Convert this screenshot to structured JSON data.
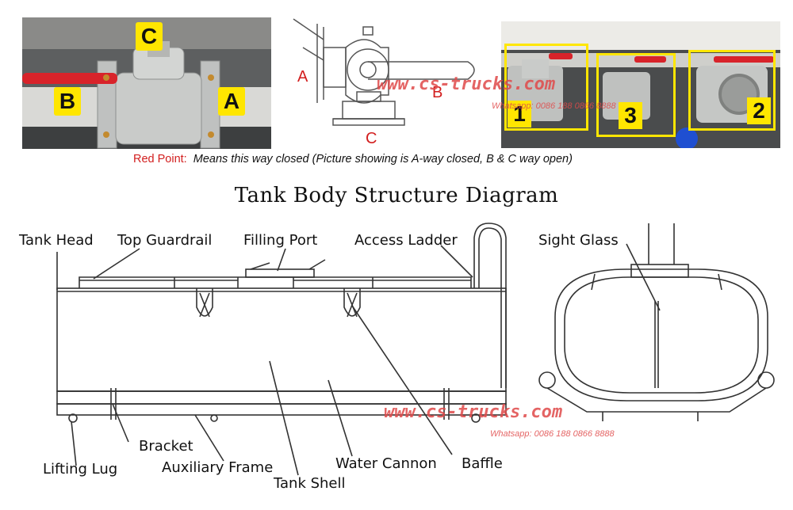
{
  "valve_photo": {
    "tag_c": "C",
    "tag_b": "B",
    "tag_a": "A"
  },
  "valve_drawing": {
    "label_a": "A",
    "label_b": "B",
    "label_c": "C"
  },
  "valve_photos_numbered": {
    "tag_1": "1",
    "tag_3": "3",
    "tag_2": "2"
  },
  "watermark": {
    "site": "www.cs-trucks.com",
    "whatsapp": "Whatsapp: 0086 188 0866 8888"
  },
  "caption": {
    "red_point_label": "Red Point:",
    "red_point_text": "Means this way closed (Picture showing is A-way closed, B & C way open)"
  },
  "diagram": {
    "title": "Tank Body Structure Diagram",
    "labels": {
      "tank_head": "Tank Head",
      "top_guardrail": "Top Guardrail",
      "filling_port": "Filling Port",
      "access_ladder": "Access Ladder",
      "sight_glass": "Sight Glass",
      "bracket": "Bracket",
      "lifting_lug": "Lifting Lug",
      "auxiliary_frame": "Auxiliary Frame",
      "water_cannon": "Water Cannon",
      "baffle": "Baffle",
      "tank_shell": "Tank Shell"
    }
  },
  "colors": {
    "highlight_yellow": "#ffe600",
    "red_text": "#d21e1e",
    "watermark_red": "#e04a4a"
  }
}
